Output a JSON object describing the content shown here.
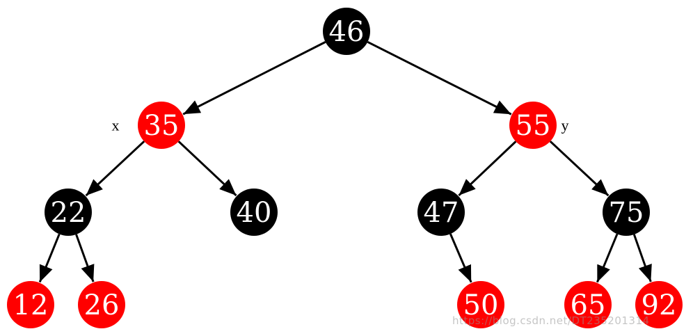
{
  "colors": {
    "red": "#ff0000",
    "black": "#000000",
    "edge": "#000000"
  },
  "tree": {
    "nodes": [
      {
        "id": "n46",
        "label": "46",
        "color": "black"
      },
      {
        "id": "n35",
        "label": "35",
        "color": "red"
      },
      {
        "id": "n55",
        "label": "55",
        "color": "red"
      },
      {
        "id": "n22",
        "label": "22",
        "color": "black"
      },
      {
        "id": "n40",
        "label": "40",
        "color": "black"
      },
      {
        "id": "n47",
        "label": "47",
        "color": "black"
      },
      {
        "id": "n75",
        "label": "75",
        "color": "black"
      },
      {
        "id": "n12",
        "label": "12",
        "color": "red"
      },
      {
        "id": "n26",
        "label": "26",
        "color": "red"
      },
      {
        "id": "n50",
        "label": "50",
        "color": "red"
      },
      {
        "id": "n65",
        "label": "65",
        "color": "red"
      },
      {
        "id": "n92",
        "label": "92",
        "color": "red"
      }
    ],
    "edges": [
      {
        "from": "n46",
        "to": "n35"
      },
      {
        "from": "n46",
        "to": "n55"
      },
      {
        "from": "n35",
        "to": "n22"
      },
      {
        "from": "n35",
        "to": "n40"
      },
      {
        "from": "n55",
        "to": "n47"
      },
      {
        "from": "n55",
        "to": "n75"
      },
      {
        "from": "n22",
        "to": "n12"
      },
      {
        "from": "n22",
        "to": "n26"
      },
      {
        "from": "n47",
        "to": "n50"
      },
      {
        "from": "n75",
        "to": "n65"
      },
      {
        "from": "n75",
        "to": "n92"
      }
    ],
    "tags": [
      {
        "node": "n35",
        "text": "x"
      },
      {
        "node": "n55",
        "text": "y"
      }
    ]
  },
  "watermark": "https://blog.csdn.net/DT235201314"
}
